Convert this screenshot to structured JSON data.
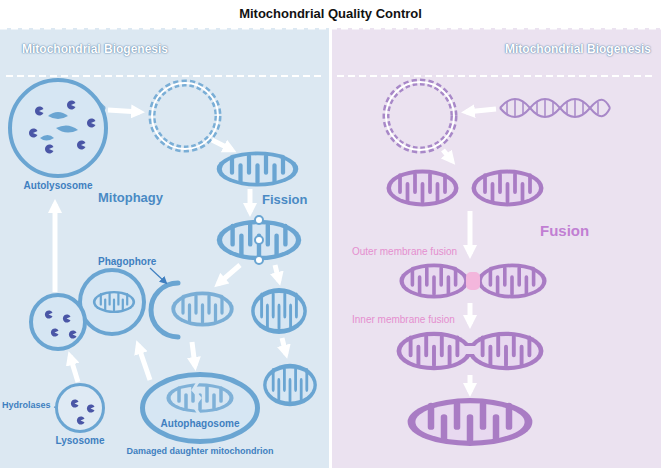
{
  "diagram": {
    "title": "Mitochondrial Quality Control",
    "nodes": [
      {
        "text": [
          "Autolysosome"
        ]
      },
      {
        "text": [
          "Lysosome"
        ]
      },
      {
        "text": [
          "Autophagosome",
          "Damaged daughter mitochondrion"
        ]
      }
    ],
    "labels": [
      "Mitochondrial Biogenesis",
      "Mitochondrial Biogenesis",
      "Mitophagy",
      "Fission",
      "Fusion",
      "Phagophore",
      "Hydrolases",
      "Outer membrane fusion",
      "Inner membrane fusion"
    ]
  }
}
